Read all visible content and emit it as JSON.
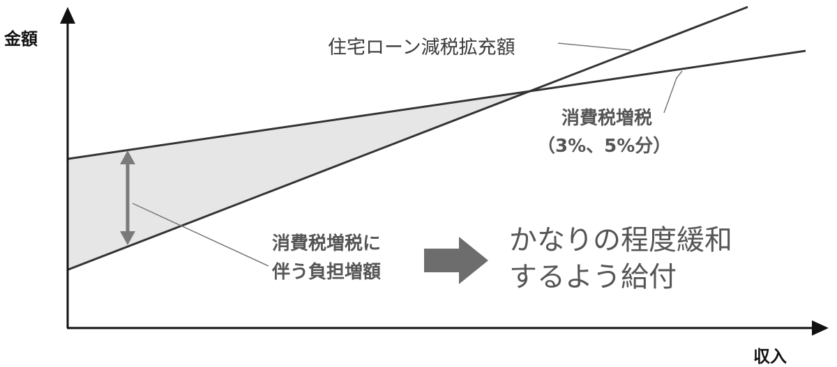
{
  "axes": {
    "y_label": "金額",
    "x_label": "収入"
  },
  "lines": {
    "housing_loan_label": "住宅ローン減税拡充額",
    "consumption_tax_label_line1": "消費税増税",
    "consumption_tax_label_line2": "（3%、5%分）"
  },
  "burden": {
    "line1": "消費税増税に",
    "line2": "伴う負担増額"
  },
  "result": {
    "line1": "かなりの程度緩和",
    "line2": "するよう給付"
  },
  "colors": {
    "line": "#333333",
    "shade": "#e6e6e6",
    "arrow": "#6d6d6d",
    "leader": "#777777"
  }
}
